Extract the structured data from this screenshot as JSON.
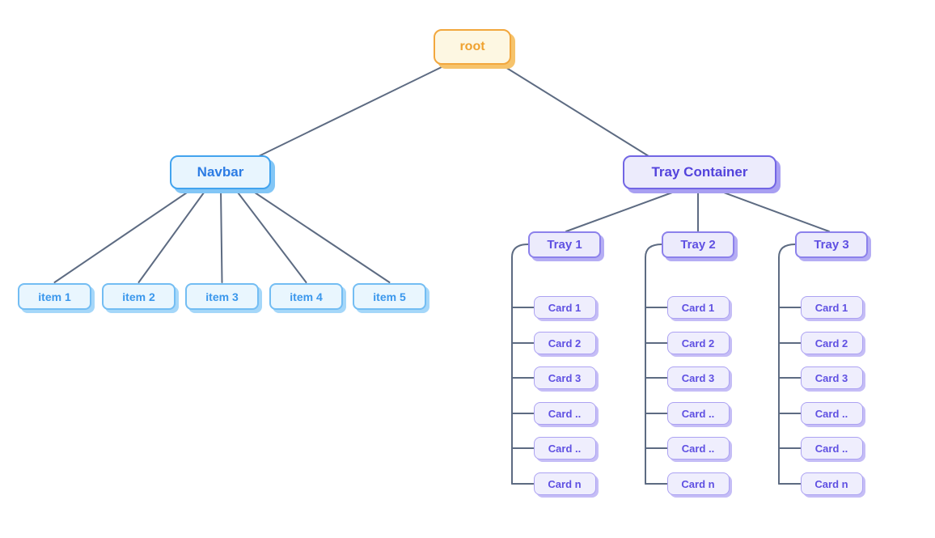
{
  "diagram": {
    "nodes": {
      "root": {
        "label": "root"
      },
      "navbar": {
        "label": "Navbar",
        "items": [
          "item 1",
          "item 2",
          "item 3",
          "item 4",
          "item 5"
        ]
      },
      "tray_container": {
        "label": "Tray Container",
        "trays": [
          {
            "label": "Tray 1",
            "cards": [
              "Card 1",
              "Card 2",
              "Card 3",
              "Card ..",
              "Card ..",
              "Card n"
            ]
          },
          {
            "label": "Tray 2",
            "cards": [
              "Card 1",
              "Card 2",
              "Card 3",
              "Card ..",
              "Card ..",
              "Card n"
            ]
          },
          {
            "label": "Tray 3",
            "cards": [
              "Card 1",
              "Card 2",
              "Card 3",
              "Card ..",
              "Card ..",
              "Card n"
            ]
          }
        ]
      }
    },
    "colors": {
      "connector": "#5d6b82",
      "root": {
        "bg": "#fdf7e2",
        "border": "#f2a73d",
        "text": "#efa230",
        "shadow": "#f6c36b"
      },
      "navbar": {
        "bg": "#e8f5fe",
        "border": "#42a3ee",
        "text": "#2c7ce4",
        "shadow": "#82c6f6"
      },
      "item": {
        "bg": "#e9f6fe",
        "border": "#73bdf3",
        "text": "#3a97ec",
        "shadow": "#a5d7f9"
      },
      "tray_container": {
        "bg": "#ecebfc",
        "border": "#7266e4",
        "text": "#5343dc",
        "shadow": "#a89ff2"
      },
      "tray": {
        "bg": "#ecebfc",
        "border": "#8c81eb",
        "text": "#5f50e2",
        "shadow": "#b5adf4"
      },
      "card": {
        "bg": "#efeefd",
        "border": "#aca2f2",
        "text": "#5f50e2",
        "shadow": "#c5bdf6"
      }
    }
  }
}
